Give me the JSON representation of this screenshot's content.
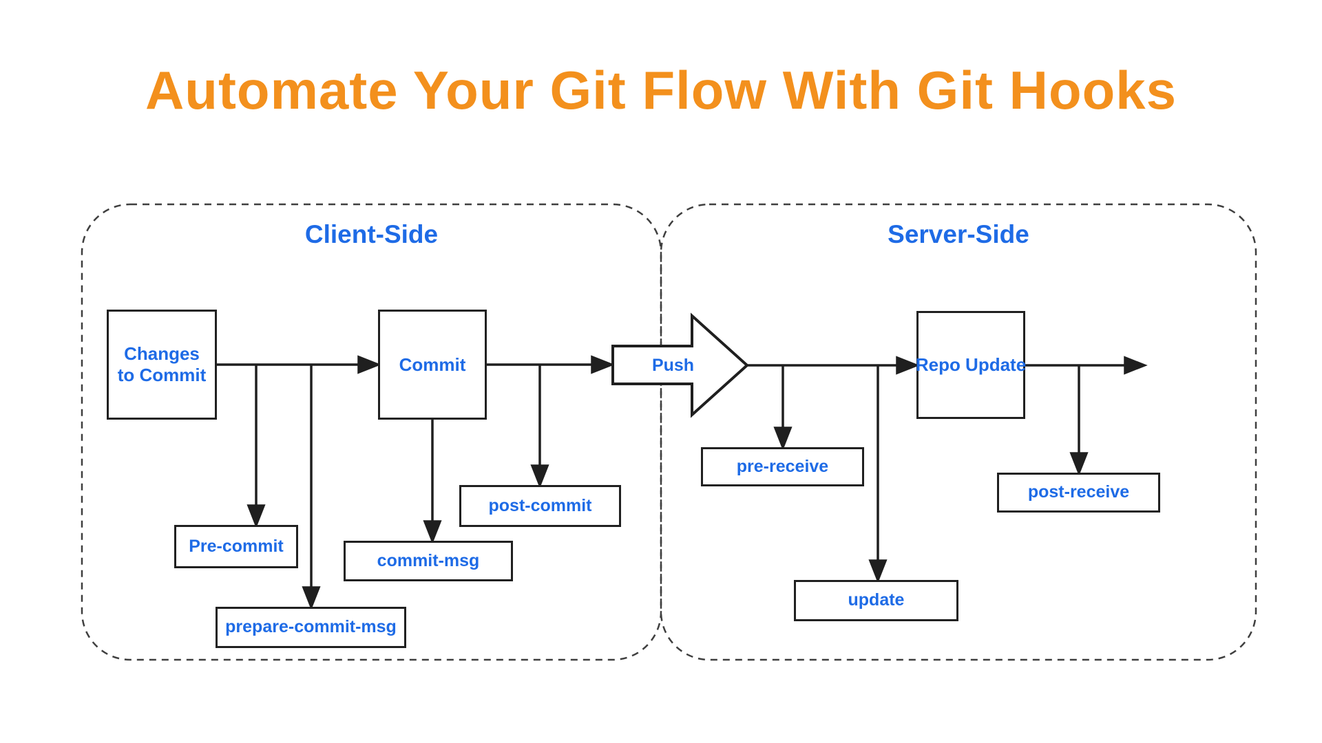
{
  "title": {
    "text": "Automate Your Git Flow With Git Hooks"
  },
  "groups": {
    "client": {
      "label": "Client-Side"
    },
    "server": {
      "label": "Server-Side"
    }
  },
  "nodes": {
    "changes_to_commit": {
      "label": "Changes to Commit"
    },
    "commit": {
      "label": "Commit"
    },
    "pre_commit": {
      "label": "Pre-commit"
    },
    "prepare_commit_msg": {
      "label": "prepare-commit-msg"
    },
    "commit_msg": {
      "label": "commit-msg"
    },
    "post_commit": {
      "label": "post-commit"
    },
    "push": {
      "label": "Push"
    },
    "repo_update": {
      "label": "Repo Update"
    },
    "pre_receive": {
      "label": "pre-receive"
    },
    "update": {
      "label": "update"
    },
    "post_receive": {
      "label": "post-receive"
    }
  },
  "colors": {
    "title_orange": "#F3901D",
    "label_blue": "#1E6BE6",
    "line_black": "#1F1F1F",
    "group_dash_gray": "#3F3F3F"
  }
}
